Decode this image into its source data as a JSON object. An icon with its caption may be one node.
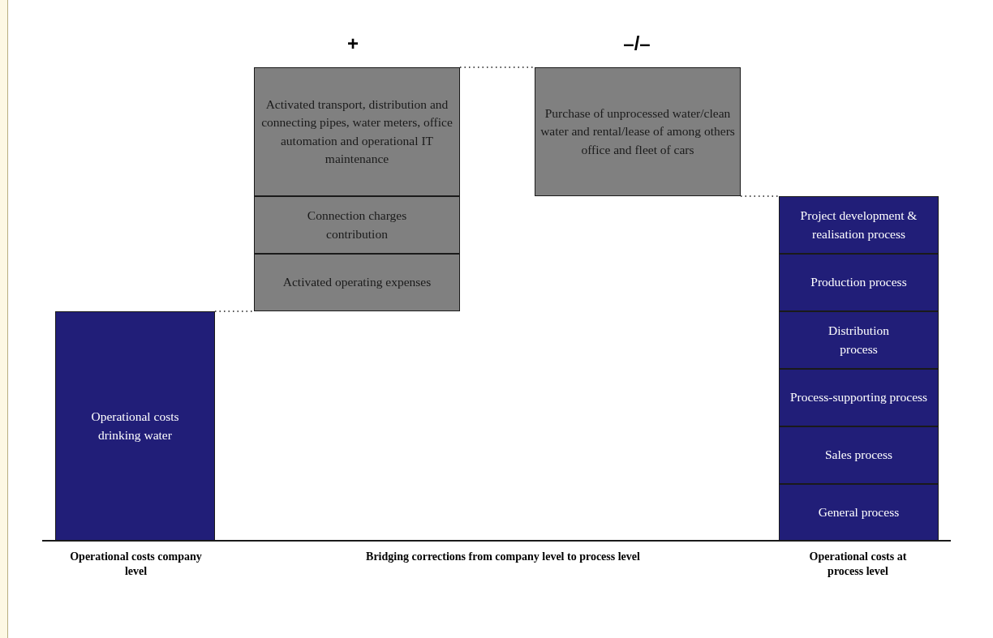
{
  "diagram": {
    "nodes": [
      {
        "text": [
          "Operational costs drinking water"
        ]
      },
      {
        "text": [
          "Activated transport, distribution and connecting pipes, water meters, office automation and operational IT maintenance"
        ]
      },
      {
        "text": [
          "Connection charges contribution"
        ]
      },
      {
        "text": [
          "Activated operating expenses"
        ]
      },
      {
        "text": [
          "Purchase of unprocessed water/clean water and rental/lease of among others office and fleet of cars"
        ]
      },
      {
        "text": [
          "Project development & realisation process"
        ]
      },
      {
        "text": [
          "Production process"
        ]
      },
      {
        "text": [
          "Distribution process"
        ]
      },
      {
        "text": [
          "Process-supporting process"
        ]
      },
      {
        "text": [
          "Sales process"
        ]
      },
      {
        "text": [
          "General process"
        ]
      }
    ],
    "edges": [
      {
        "from": 0,
        "to": 3,
        "arrow": "none",
        "style": "dashed"
      },
      {
        "from": 1,
        "to": 4,
        "arrow": "none",
        "style": "dashed"
      },
      {
        "from": 4,
        "to": 5,
        "arrow": "none",
        "style": "dashed"
      }
    ],
    "labels": [
      "+",
      "–/–",
      "Operational costs company level",
      "Bridging corrections from company level to process level",
      "Operational costs at process level"
    ]
  }
}
